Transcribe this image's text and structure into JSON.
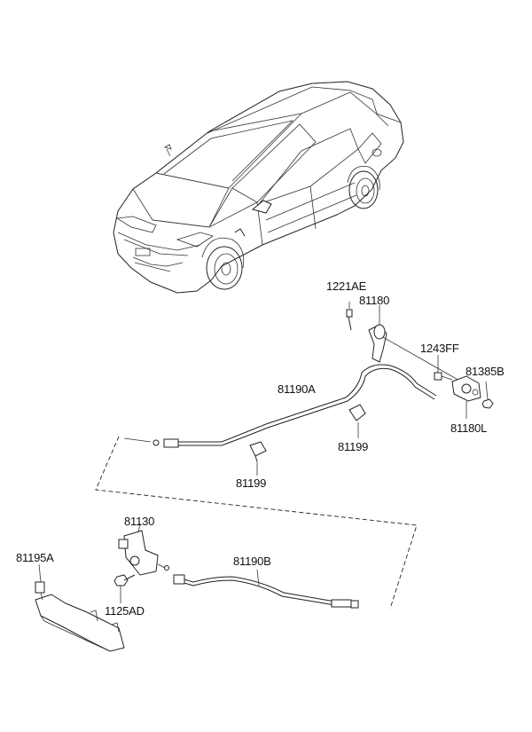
{
  "labels": {
    "p1221AE": "1221AE",
    "p81180": "81180",
    "p1243FF": "1243FF",
    "p81385B": "81385B",
    "p81190A": "81190A",
    "p81199a": "81199",
    "p81199b": "81199",
    "p81180L": "81180L",
    "p81130": "81130",
    "p81195A": "81195A",
    "p81190B": "81190B",
    "p1125AD": "1125AD"
  },
  "icons": {
    "car": "sedan-car-illustration",
    "handle": "release-handle-icon",
    "cable_a": "release-cable-icon",
    "cable_b": "release-cable-icon",
    "latch": "hood-latch-icon",
    "support": "latch-support-bracket-icon"
  }
}
